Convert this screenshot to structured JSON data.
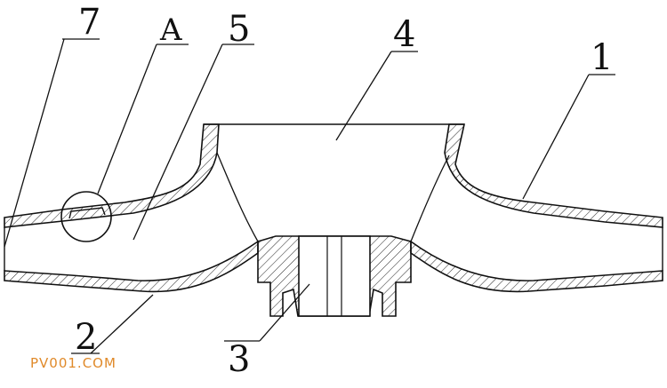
{
  "diagram": {
    "labels": {
      "l1": "1",
      "l2": "2",
      "l3": "3",
      "l4": "4",
      "l5": "5",
      "l7": "7",
      "la": "A"
    }
  },
  "watermark": "PV001.COM",
  "colors": {
    "line": "#111111",
    "hatch": "#222222",
    "watermark": "#e08a2a"
  }
}
